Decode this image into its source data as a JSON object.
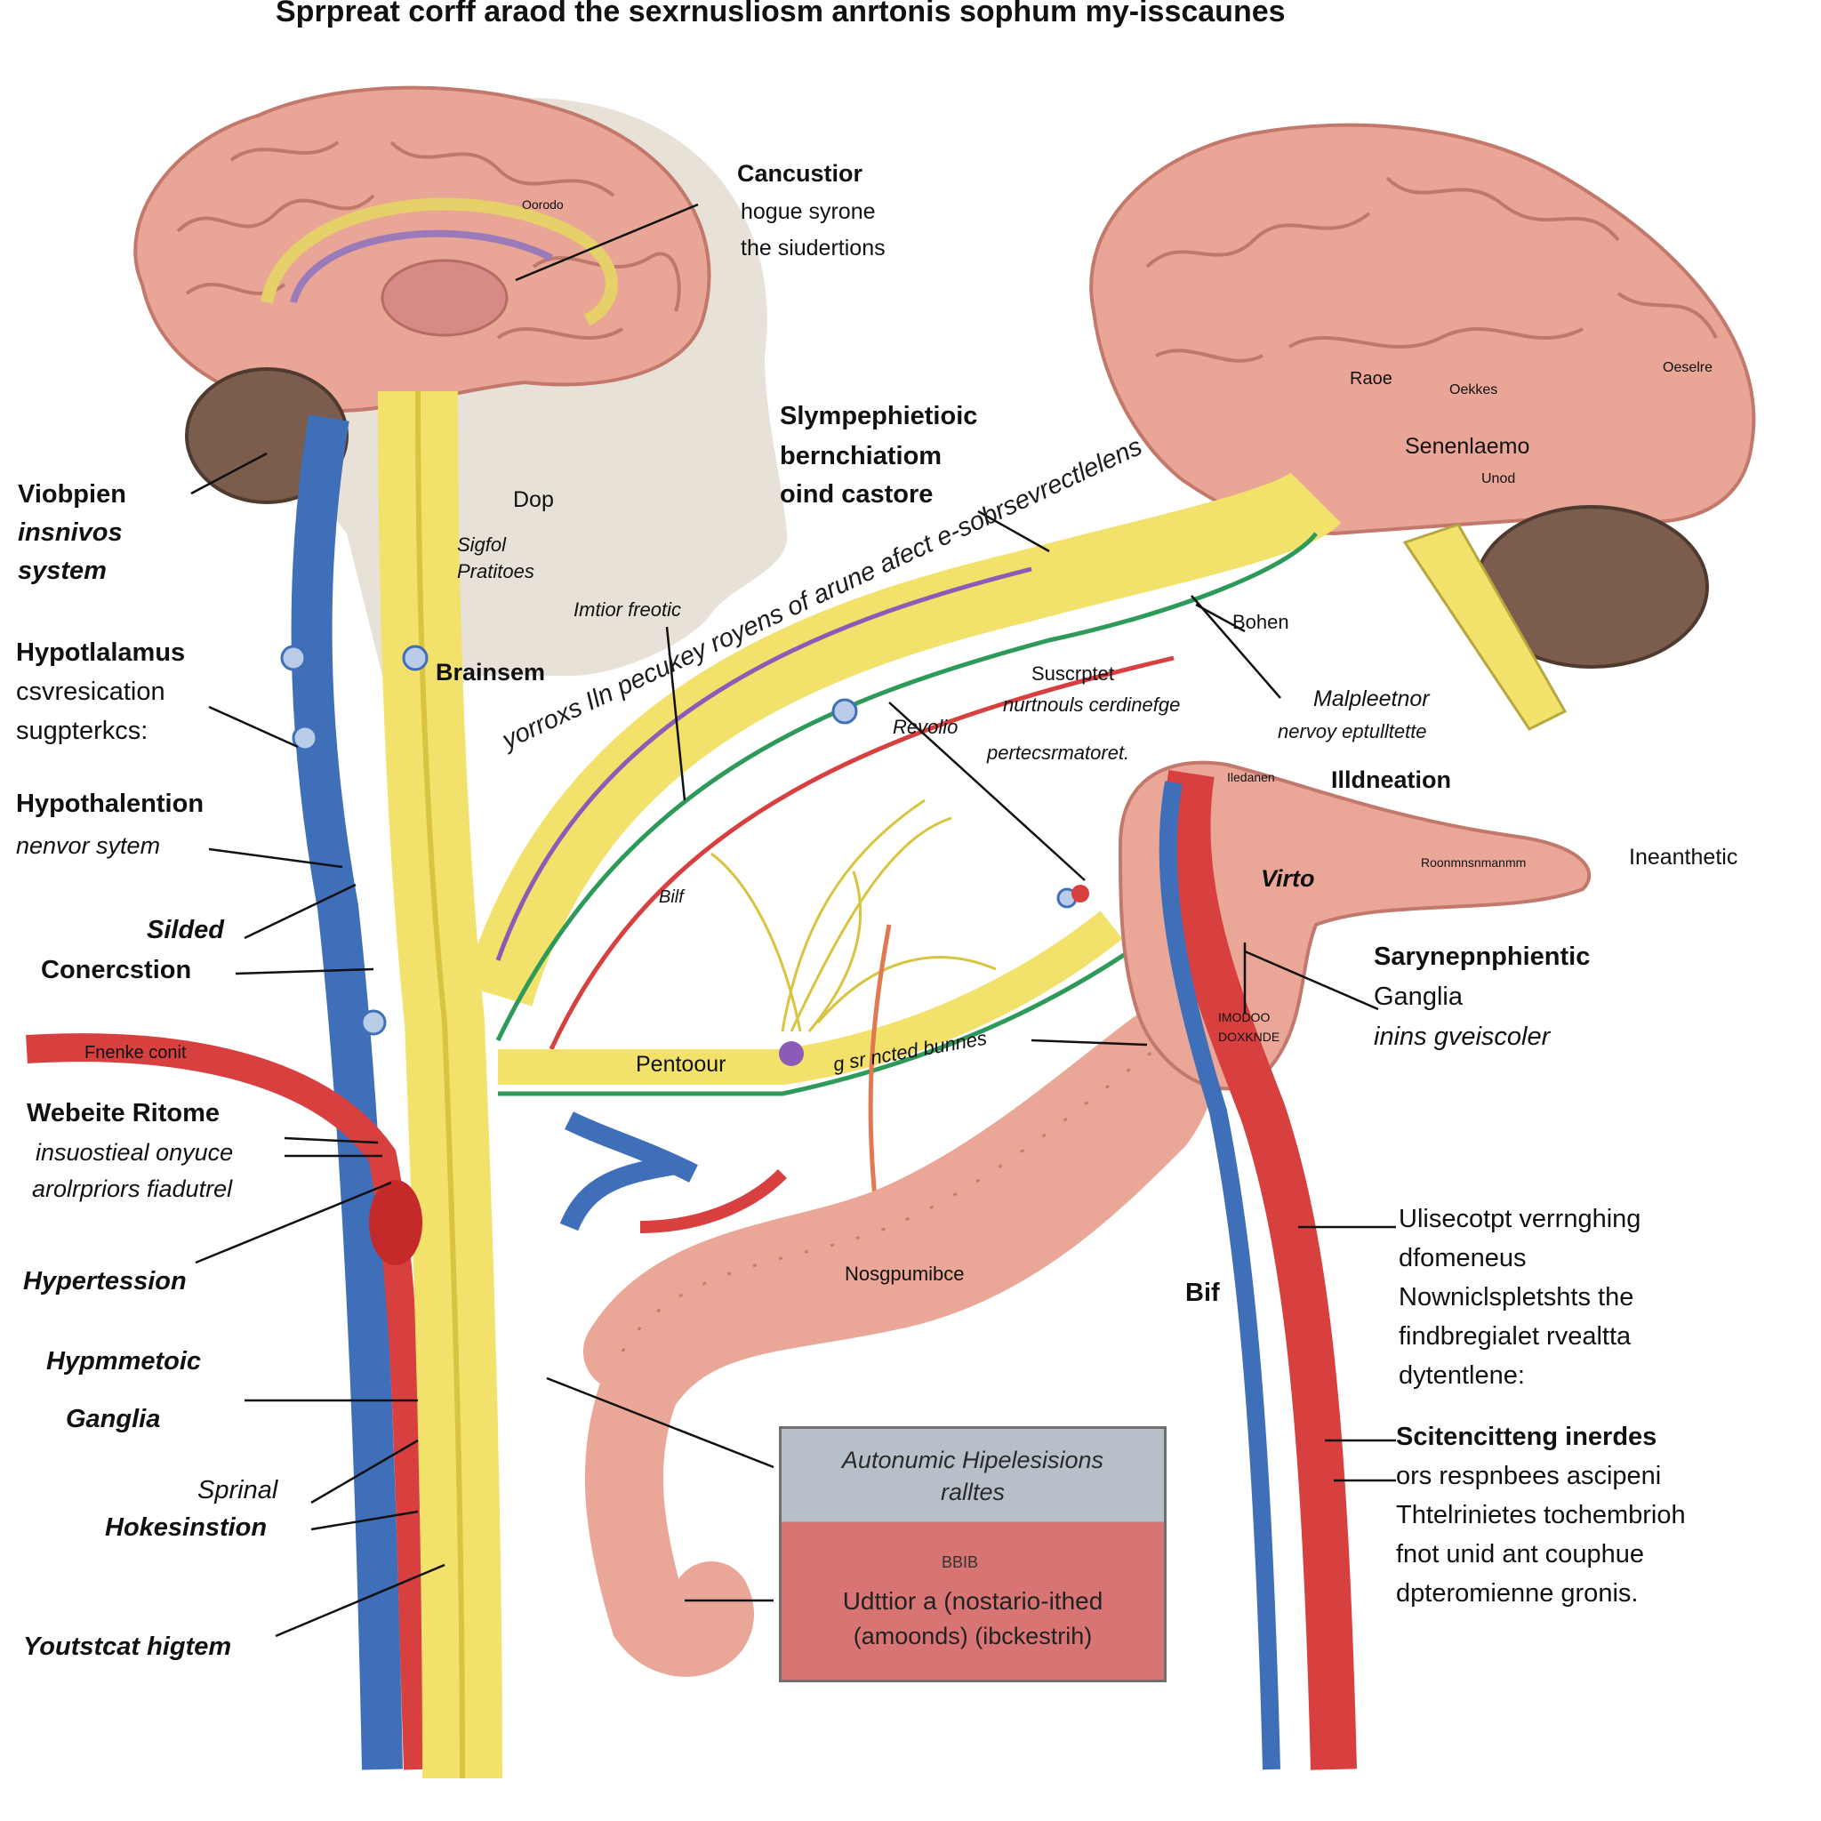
{
  "title": "Sprpreat corff araod the sexrnusliosm anrtonis sophum my-isscaunes",
  "labels": {
    "cancustior": [
      "Cancustior",
      "hogue syrone",
      "the siudertions"
    ],
    "viobpien": [
      "Viobpien",
      "insnivos",
      "system"
    ],
    "hypotlalamus": [
      "Hypotlalamus",
      "csvresication",
      "sugpterkcs:"
    ],
    "hypothalention": [
      "Hypothalention",
      "nenvor sytem"
    ],
    "silded": "Silded",
    "conercstion": "Conercstion",
    "fnenke_conit": "Fnenke conit",
    "webeite": [
      "Webeite Ritome",
      "insuostieal onyuce",
      "arolrpriors fiadutrel"
    ],
    "hypertesion": "Hypertession",
    "hypmmetoic": [
      "Hypmmetoic",
      "Ganglia"
    ],
    "sprinal": [
      "Sprinal",
      "Hokesinstion"
    ],
    "youtstcat": "Youtstcat higtem",
    "sympephietioic": [
      "Slympephietioic",
      "bernchiatiom",
      "oind castore"
    ],
    "dop": "Dop",
    "sigfol": [
      "Sigfol",
      "Pratitoes"
    ],
    "brainsem": "Brainsem",
    "imtior": "Imtior freotic",
    "bif_small": "Bilf",
    "pentoour": "Pentoour",
    "suscrptet": [
      "Suscrptet",
      "nurtnouls cerdinefge"
    ],
    "revolio": [
      "Revolio",
      "pertecsrmatoret."
    ],
    "malpleetnor": [
      "Malpleetnor",
      "nervoy eptulltette"
    ],
    "bohen": "Bohen",
    "illdneation": "Illdneation",
    "ineanthetic": "Ineanthetic",
    "virto": "Virto",
    "sarynepnphientic": [
      "Sarynepnphientic",
      "Ganglia",
      "inins gveiscoler"
    ],
    "nosgpumibe": "Nosgpumibce",
    "bif": "Bif",
    "ulisecotpt": [
      "Ulisecotpt verrnghing",
      "dfomeneus",
      "Nowniclspletshts the",
      "findbregialet rvealtta",
      "dytentlene:"
    ],
    "scitencitteng": [
      "Scitencitteng inerdes",
      "ors respnbees ascipeni",
      "Thtelrinietes tochembrioh",
      "fnot unid ant couphue",
      "dpteromienne gronis."
    ],
    "band_text": "yorroxs Iln pecukey royens of arune afect e-sobrsevrectlelens",
    "band_text2": "g sr ncted bunnes",
    "brain_right": [
      "Raoe",
      "Oekkes",
      "Senenlaemo",
      "Unod",
      "Oeselre"
    ],
    "brain_left_tag": "Oorodo",
    "organ_tags": [
      "Iledanen",
      "Roonmnsnmanmm",
      "IMODOO",
      "DOXKNDE"
    ]
  },
  "inset": {
    "title_line1": "Autonumic Hipelesisions",
    "title_line2": "ralltes",
    "small": "BBIB",
    "line3": "Udttior a (nostario-ithed",
    "line4": "(amoonds) (ibckestrih)"
  },
  "colors": {
    "brain": "#e9a596",
    "cerebellum": "#7a5d4c",
    "nerve": "#f2e16b",
    "vein": "#3f6fb8",
    "artery": "#d84040",
    "green": "#2e9a5a",
    "purple": "#8a5cb8",
    "intestine": "#eaa798"
  }
}
